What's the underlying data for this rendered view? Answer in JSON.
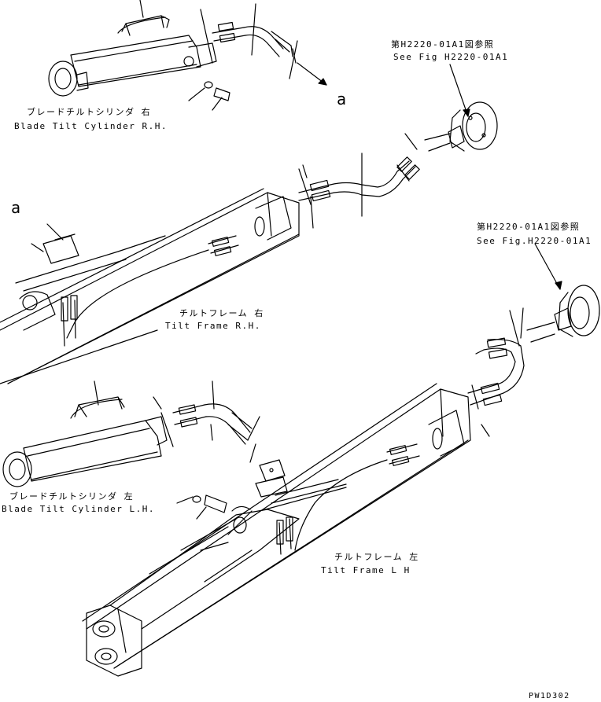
{
  "labels": {
    "cyl_rh_jp": "ブレードチルトシリンダ 右",
    "cyl_rh_en": "Blade Tilt Cylinder R.H.",
    "cyl_lh_jp": "ブレードチルトシリンダ 左",
    "cyl_lh_en": "Blade Tilt Cylinder L.H.",
    "frame_rh_jp": "チルトフレーム 右",
    "frame_rh_en": "Tilt Frame R.H.",
    "frame_lh_jp": "チルトフレーム 左",
    "frame_lh_en": "Tilt Frame L H",
    "fig_ref1_jp": "第H2220-01A1図参照",
    "fig_ref1_en": "See Fig H2220-01A1",
    "fig_ref2_jp": "第H2220-01A1図参照",
    "fig_ref2_en": "See Fig.H2220-01A1",
    "ref_a_top": "a",
    "ref_a_left": "a",
    "drawing_no": "PW1D302"
  },
  "colors": {
    "ink": "#000000",
    "paper": "#ffffff"
  }
}
